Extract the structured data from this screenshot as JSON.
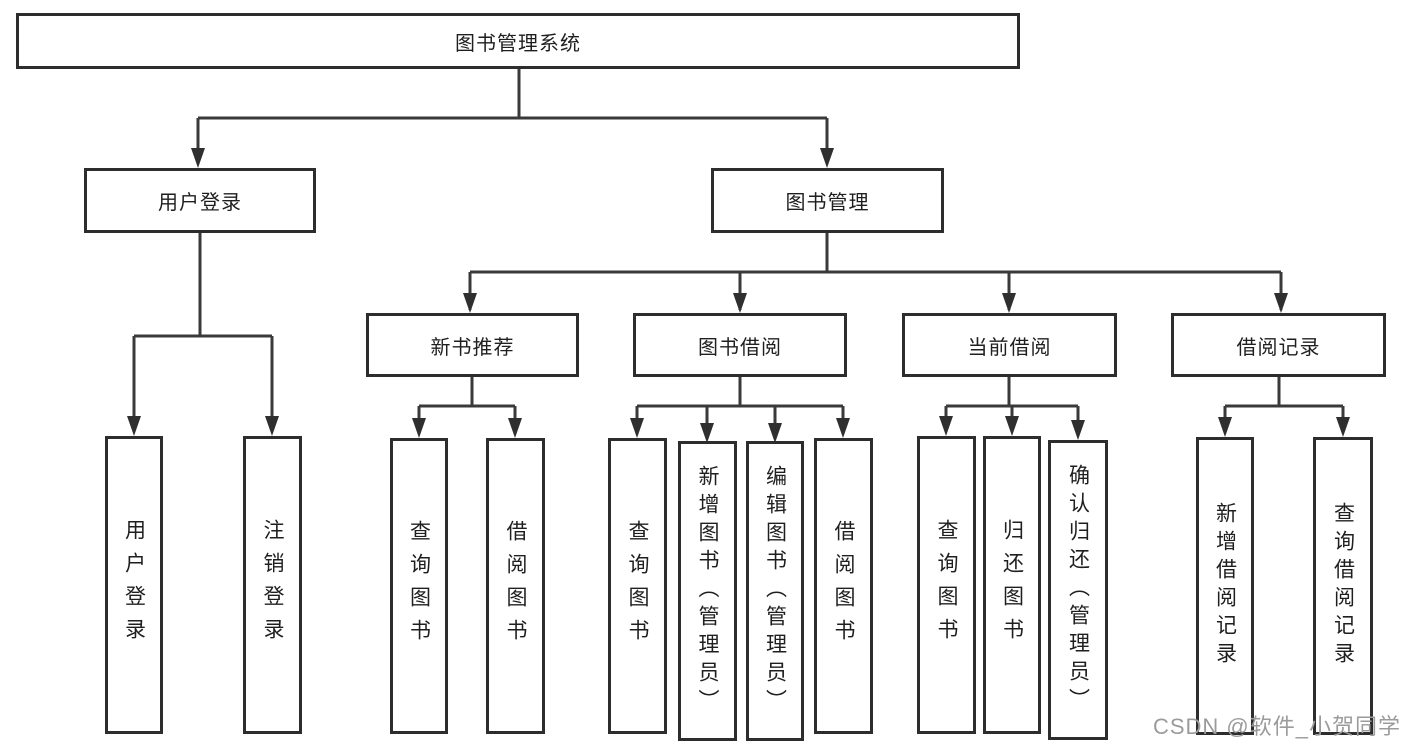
{
  "tree": {
    "label": "图书管理系统",
    "children": [
      {
        "label": "用户登录",
        "children": [
          {
            "label": "用户登录"
          },
          {
            "label": "注销登录"
          }
        ]
      },
      {
        "label": "图书管理",
        "children": [
          {
            "label": "新书推荐",
            "children": [
              {
                "label": "查询图书"
              },
              {
                "label": "借阅图书"
              }
            ]
          },
          {
            "label": "图书借阅",
            "children": [
              {
                "label": "查询图书"
              },
              {
                "label": "新增图书（管理员）"
              },
              {
                "label": "编辑图书（管理员）"
              },
              {
                "label": "借阅图书"
              }
            ]
          },
          {
            "label": "当前借阅",
            "children": [
              {
                "label": "查询图书"
              },
              {
                "label": "归还图书"
              },
              {
                "label": "确认归还（管理员）"
              }
            ]
          },
          {
            "label": "借阅记录",
            "children": [
              {
                "label": "新增借阅记录"
              },
              {
                "label": "查询借阅记录"
              }
            ]
          }
        ]
      }
    ]
  },
  "watermark": {
    "text": "CSDN @软件_小贺同学",
    "color": "#9b9b9b"
  },
  "colors": {
    "line": "#3a3a3a",
    "arrow": "#2f2f2f",
    "box_border": "#2d2d2d",
    "text": "#1f1f1f",
    "background": "#ffffff",
    "watermark": "#9b9b9b"
  }
}
